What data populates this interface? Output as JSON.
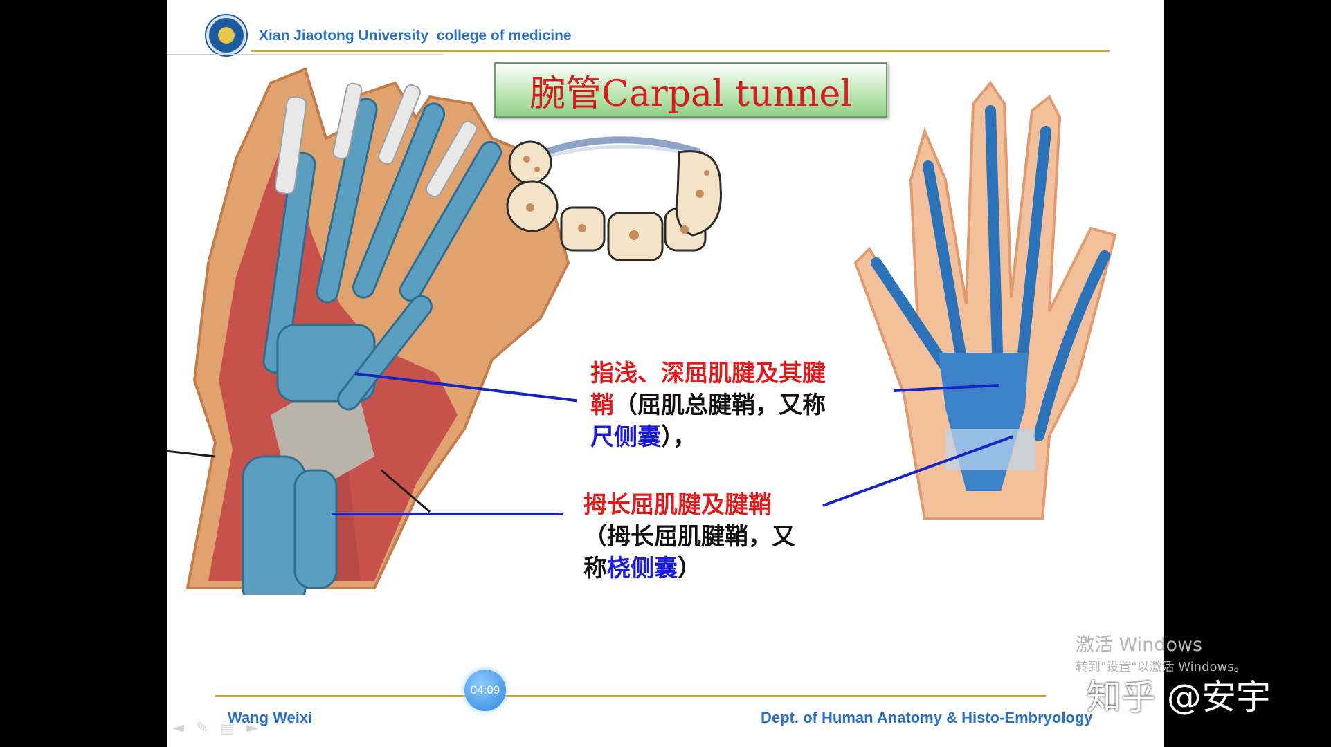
{
  "header": {
    "university": "Xian Jiaotong University  college of medicine"
  },
  "slide": {
    "title": "腕管Carpal tunnel",
    "caption1": {
      "line1": "指浅、深屈肌腱及其腱",
      "line2_red": "鞘",
      "line2_black": "（屈肌总腱鞘，又称",
      "line3_blue": "尺侧囊",
      "line3_black": "），"
    },
    "caption2": {
      "line1": "拇长屈肌腱及腱鞘",
      "line2": "（拇长屈肌腱鞘，又",
      "line3_black": "称",
      "line3_blue": "桡侧囊",
      "line3_end": "）"
    }
  },
  "footer": {
    "author": "Wang  Weixi",
    "dept": "Dept. of Human Anatomy & Histo-Embryology"
  },
  "player": {
    "time": "04:09"
  },
  "overlay": {
    "activate_title": "激活 Windows",
    "activate_sub": "转到\"设置\"以激活 Windows。",
    "zhihu": "知乎 @安宇"
  }
}
